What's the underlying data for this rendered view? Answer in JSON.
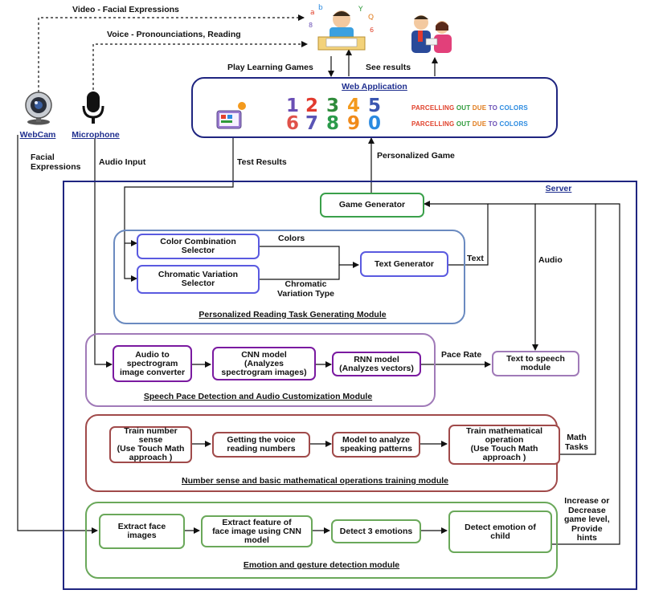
{
  "top_labels": {
    "video": "Video - Facial Expressions",
    "voice": "Voice - Pronounciations, Reading",
    "play": "Play Learning Games",
    "see_results": "See results",
    "personalized_game": "Personalized Game",
    "test_results": "Test Results",
    "facial_expressions": "Facial\nExpressions",
    "audio_input": "Audio Input"
  },
  "devices": {
    "webcam": "WebCam",
    "microphone": "Microphone"
  },
  "web_app": {
    "title": "Web Application",
    "digits": [
      "1",
      "2",
      "3",
      "4",
      "5",
      "6",
      "7",
      "8",
      "9",
      "0"
    ],
    "digit_colors": [
      "#6a4fb5",
      "#e23a2e",
      "#2e8b3a",
      "#f39a1d",
      "#3a56b0",
      "#e0524a",
      "#5a55b5",
      "#2a9a4a",
      "#f08a1a",
      "#2a8ae0"
    ],
    "parcelling_line": [
      "PARCELLING",
      "OUT",
      "DUE",
      "TO",
      "COLORS"
    ],
    "parcelling_colors": [
      "#e0402a",
      "#2e9a3a",
      "#e07a1a",
      "#6a4fb5",
      "#2a8ae0"
    ]
  },
  "server": {
    "title": "Server",
    "game_generator": "Game Generator",
    "edge_labels": {
      "colors": "Colors",
      "chromatic_type": "Chromatic\nVariation Type",
      "text": "Text",
      "audio": "Audio",
      "pace_rate": "Pace Rate",
      "math_tasks": "Math\nTasks",
      "increase": "Increase or\nDecrease\ngame level,\nProvide\nhints"
    },
    "modules": {
      "reading": {
        "title": "Personalized Reading Task Generating Module",
        "color_selector": "Color Combination\nSelector",
        "chromatic_selector": "Chromatic Variation\nSelector",
        "text_generator": "Text Generator"
      },
      "speech": {
        "title": "Speech Pace Detection and Audio Customization Module",
        "audio_spectrogram": "Audio to\nspectrogram\nimage converter",
        "cnn": "CNN model\n(Analyzes\nspectrogram images)",
        "rnn": "RNN model\n(Analyzes vectors)",
        "tts": "Text to speech\nmodule"
      },
      "number": {
        "title": "Number sense and basic mathematical operations training module",
        "train_number": "Train number\nsense\n(Use Touch Math\napproach )",
        "voice_reading": "Getting the voice\nreading numbers",
        "model_speaking": "Model to analyze\nspeaking patterns",
        "train_math": "Train mathematical\noperation\n(Use Touch Math\napproach )"
      },
      "emotion": {
        "title": "Emotion and gesture detection module",
        "extract_face": "Extract face\nimages",
        "extract_feature": "Extract feature of\nface image using CNN\nmodel",
        "detect3": "Detect 3 emotions",
        "detect_child": "Detect emotion of\nchild"
      }
    }
  }
}
